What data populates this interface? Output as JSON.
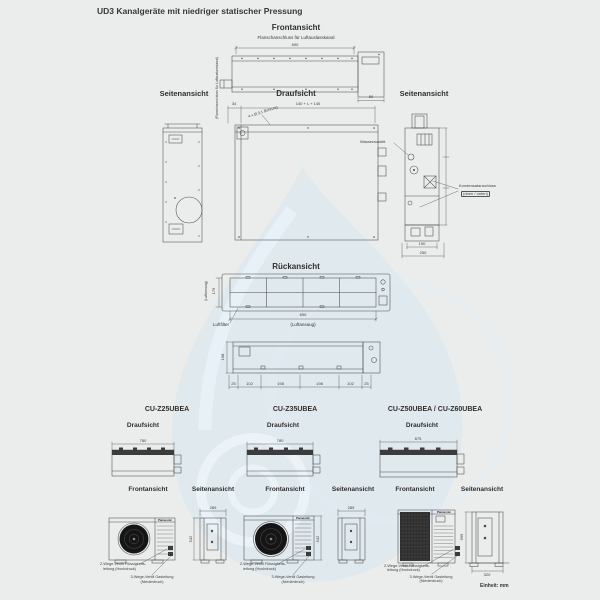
{
  "page": {
    "title": "UD3 Kanalgeräte mit niedriger statischer Pressung",
    "unit_note": "Einheit: mm",
    "watermark_blue": "#d7e6f1"
  },
  "views": {
    "front_label": "Frontansicht",
    "side_left_label": "Seitenansicht",
    "top_label": "Draufsicht",
    "side_right_label": "Seitenansicht",
    "rear_label": "Rückansicht"
  },
  "front": {
    "flange_note": "Flanschanschluss für Luftauslasskanal",
    "flange_note_rotated": "(Flanschanschluss für Luftauslasskanal)",
    "width_dim": "690",
    "box_dim": "50"
  },
  "top_view": {
    "span_dim": "140 + L + 140",
    "left_dim": "34",
    "drill_note": "4 x Ø 3,1 Bohrung"
  },
  "side_right": {
    "water_label": "Wasseraustritt",
    "condensate_line1": "Kondensatanschluss",
    "condensate_line2": "(oben / unten)",
    "inner_dim": "190",
    "outer_dim": "250"
  },
  "rear": {
    "filter_label": "Luftfilter",
    "intake_label": "(Luftansaug)",
    "intake_label_rotated": "(Luftansaug)",
    "width_dim": "690",
    "height_dim": "176"
  },
  "bottom_view": {
    "dims": [
      "25",
      "102",
      "198",
      "198",
      "102",
      "25"
    ],
    "left_dim": "198"
  },
  "outdoor": {
    "groups": [
      {
        "model": "CU-Z25UBEA",
        "top_label": "Draufsicht",
        "front_label": "Frontansicht",
        "side_label": "Seitenansicht",
        "brand": "Panasonic",
        "width_dim": "780",
        "depth_dim": "289",
        "height_dim": "542",
        "valve_liquid_1": "2-Wege-Ventil Flüssigkeits-",
        "valve_liquid_2": "leitung (Hochdruck)",
        "valve_gas_1": "3-Wege-Ventil Gasleitung",
        "valve_gas_2": "(Niederdruck)"
      },
      {
        "model": "CU-Z35UBEA",
        "top_label": "Draufsicht",
        "front_label": "Frontansicht",
        "side_label": "Seitenansicht",
        "brand": "Panasonic",
        "width_dim": "780",
        "depth_dim": "289",
        "height_dim": "542",
        "valve_liquid_1": "2-Wege-Ventil Flüssigkeits-",
        "valve_liquid_2": "leitung (Hochdruck)",
        "valve_gas_1": "3-Wege-Ventil Gasleitung",
        "valve_gas_2": "(Niederdruck)"
      },
      {
        "model": "CU-Z50UBEA / CU-Z60UBEA",
        "top_label": "Draufsicht",
        "front_label": "Frontansicht",
        "side_label": "Seitenansicht",
        "brand": "Panasonic",
        "width_dim": "875",
        "depth_dim": "320",
        "height_dim": "695",
        "valve_liquid_1": "2-Wege-Ventil Flüssigkeits-",
        "valve_liquid_2": "leitung (Hochdruck)",
        "valve_gas_1": "3-Wege-Ventil Gasleitung",
        "valve_gas_2": "(Niederdruck)"
      }
    ]
  }
}
